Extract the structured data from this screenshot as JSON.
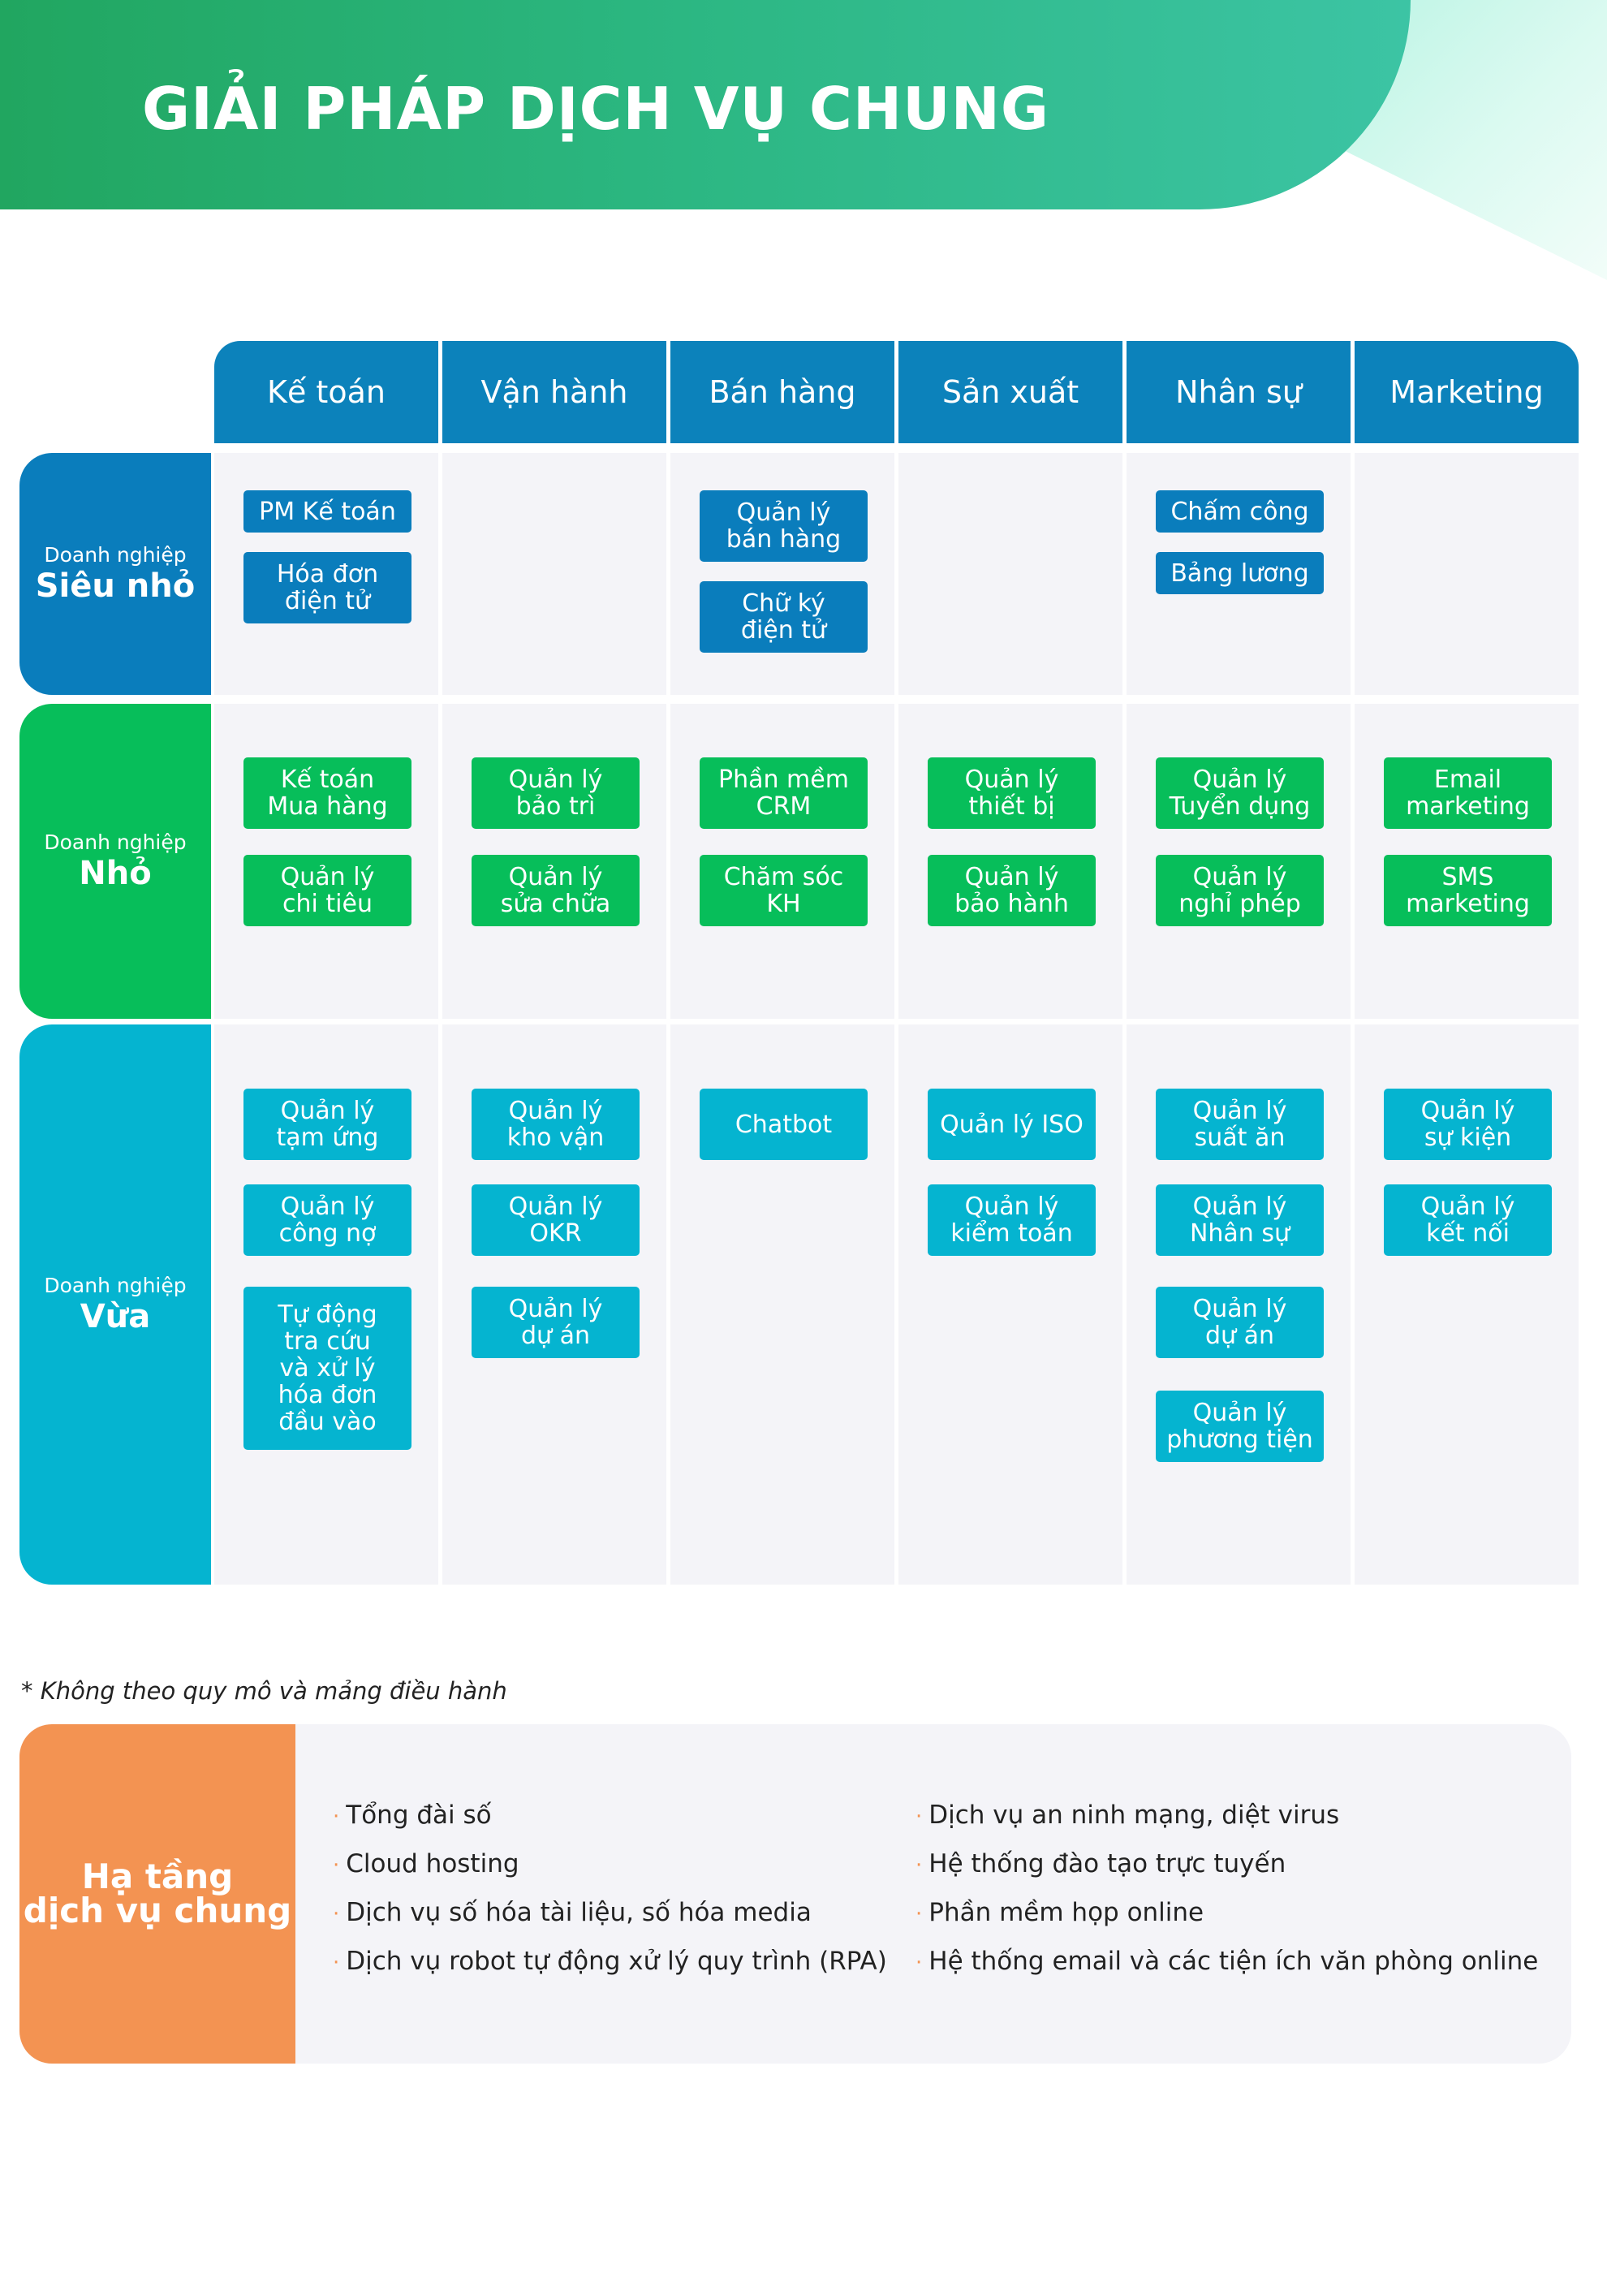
{
  "header": {
    "title": "GIẢI PHÁP DỊCH VỤ CHUNG"
  },
  "matrix": {
    "columns": [
      "Kế toán",
      "Vận hành",
      "Bán hàng",
      "Sản xuất",
      "Nhân sự",
      "Marketing"
    ],
    "rows": [
      {
        "label_small": "Doanh nghiệp",
        "label_big": "Siêu nhỏ",
        "color": "#0a7dbc",
        "cells": [
          [
            "PM  Kế toán",
            "Hóa đơn\nđiện tử"
          ],
          [],
          [
            "Quản lý\nbán hàng",
            "Chữ ký\nđiện tử"
          ],
          [],
          [
            "Chấm công",
            "Bảng lương"
          ],
          []
        ]
      },
      {
        "label_small": "Doanh nghiệp",
        "label_big": "Nhỏ",
        "color": "#07be5a",
        "cells": [
          [
            "Kế toán\nMua hàng",
            "Quản lý\nchi tiêu"
          ],
          [
            "Quản lý\nbảo trì",
            "Quản lý\nsửa chữa"
          ],
          [
            "Phần mềm\nCRM",
            "Chăm sóc\nKH"
          ],
          [
            "Quản lý\nthiết bị",
            "Quản lý\nbảo hành"
          ],
          [
            "Quản lý\nTuyển dụng",
            "Quản lý\nnghỉ phép"
          ],
          [
            "Email\nmarketing",
            "SMS\nmarketing"
          ]
        ]
      },
      {
        "label_small": "Doanh nghiệp",
        "label_big": "Vừa",
        "color": "#05b4d0",
        "cells": [
          [
            "Quản lý\ntạm ứng",
            "Quản lý\ncông nợ",
            "Tự động\ntra cứu\nvà xử lý\nhóa đơn\nđầu vào"
          ],
          [
            "Quản lý\nkho vận",
            "Quản lý\nOKR",
            "Quản lý\ndự án"
          ],
          [
            "Chatbot"
          ],
          [
            "Quản lý ISO",
            "Quản lý\nkiểm toán"
          ],
          [
            "Quản lý\nsuất ăn",
            "Quản lý\nNhân sự",
            "Quản lý\ndự án",
            "Quản lý\nphương tiện"
          ],
          [
            "Quản lý\nsự kiện",
            "Quản lý\nkết nối"
          ]
        ]
      }
    ]
  },
  "note": "* Không theo quy mô và mảng điều hành",
  "infra": {
    "label": "Hạ tầng\ndịch vụ chung",
    "accent": "#f39352",
    "left_items": [
      "Tổng đài số",
      "Cloud hosting",
      "Dịch vụ số hóa tài liệu, số hóa media",
      "Dịch vụ robot tự động xử lý quy trình (RPA)"
    ],
    "right_items": [
      "Dịch vụ an ninh mạng, diệt virus",
      "Hệ thống đào tạo trực tuyến",
      "Phần mềm họp online",
      "Hệ thống email và các tiện ích văn phòng online"
    ]
  }
}
